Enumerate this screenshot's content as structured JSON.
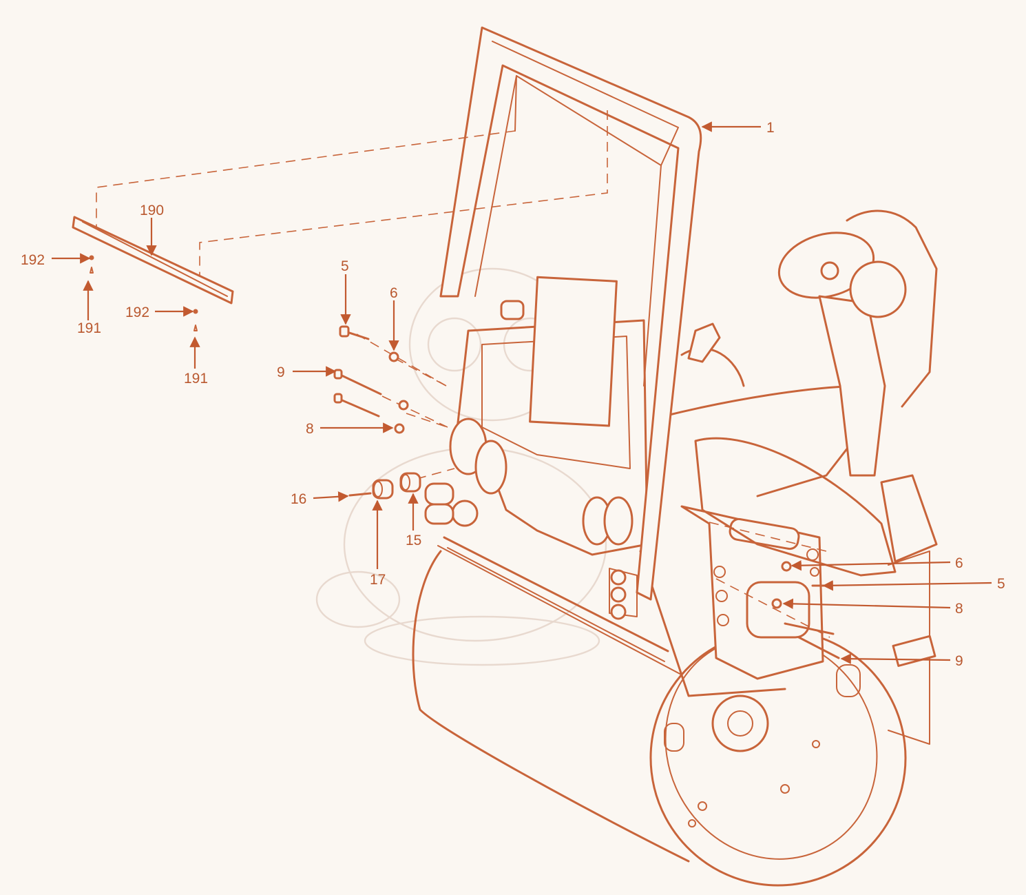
{
  "colors": {
    "line": "#c8643a",
    "label": "#b9582f",
    "background": "#fbf7f2"
  },
  "callouts": [
    {
      "id": "c1",
      "text": "1"
    },
    {
      "id": "c190",
      "text": "190"
    },
    {
      "id": "c192a",
      "text": "192"
    },
    {
      "id": "c191a",
      "text": "191"
    },
    {
      "id": "c192b",
      "text": "192"
    },
    {
      "id": "c191b",
      "text": "191"
    },
    {
      "id": "c5a",
      "text": "5"
    },
    {
      "id": "c6a",
      "text": "6"
    },
    {
      "id": "c9a",
      "text": "9"
    },
    {
      "id": "c8a",
      "text": "8"
    },
    {
      "id": "c16",
      "text": "16"
    },
    {
      "id": "c17",
      "text": "17"
    },
    {
      "id": "c15",
      "text": "15"
    },
    {
      "id": "c6b",
      "text": "6"
    },
    {
      "id": "c5b",
      "text": "5"
    },
    {
      "id": "c8b",
      "text": "8"
    },
    {
      "id": "c9b",
      "text": "9"
    }
  ]
}
